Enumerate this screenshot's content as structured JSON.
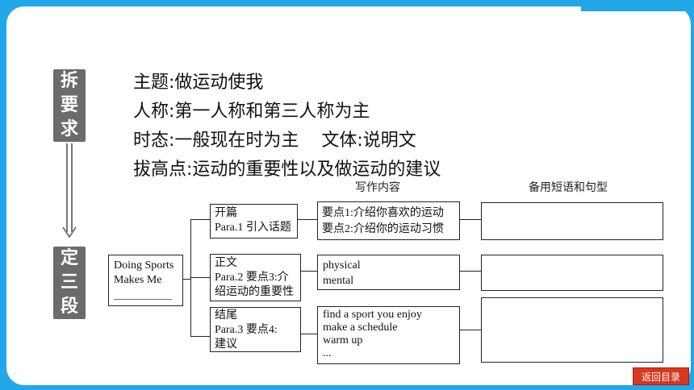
{
  "side_labels": {
    "top": [
      "拆",
      "要",
      "求"
    ],
    "bottom": [
      "定",
      "三",
      "段"
    ]
  },
  "requirements": [
    "主题:做运动使我",
    "人称:第一人称和第三人称为主",
    "时态:一般现在时为主    文体:说明文",
    "拔高点:运动的重要性以及做运动的建议"
  ],
  "column_headers": {
    "content": "写作内容",
    "phrases": "备用短语和句型"
  },
  "root_title": [
    "Doing Sports",
    "Makes Me",
    "____________"
  ],
  "sections": [
    {
      "title": [
        "开篇",
        "Para.1 引入话题"
      ],
      "content": [
        "要点1:介绍你喜欢的运动",
        "要点2:介绍你的运动习惯"
      ]
    },
    {
      "title": [
        "正文",
        "Para.2 要点3:介",
        "绍运动的重要性"
      ],
      "content": [
        "physical",
        "mental"
      ]
    },
    {
      "title": [
        "结尾",
        "Para.3 要点4:",
        "建议"
      ],
      "content": [
        "find a sport you enjoy",
        "make a schedule",
        "warm up",
        "..."
      ]
    }
  ],
  "return_button": "返回目录",
  "colors": {
    "background": "#22a7e8",
    "label_box": "#6b6b6b",
    "return_button": "#d9371f"
  }
}
